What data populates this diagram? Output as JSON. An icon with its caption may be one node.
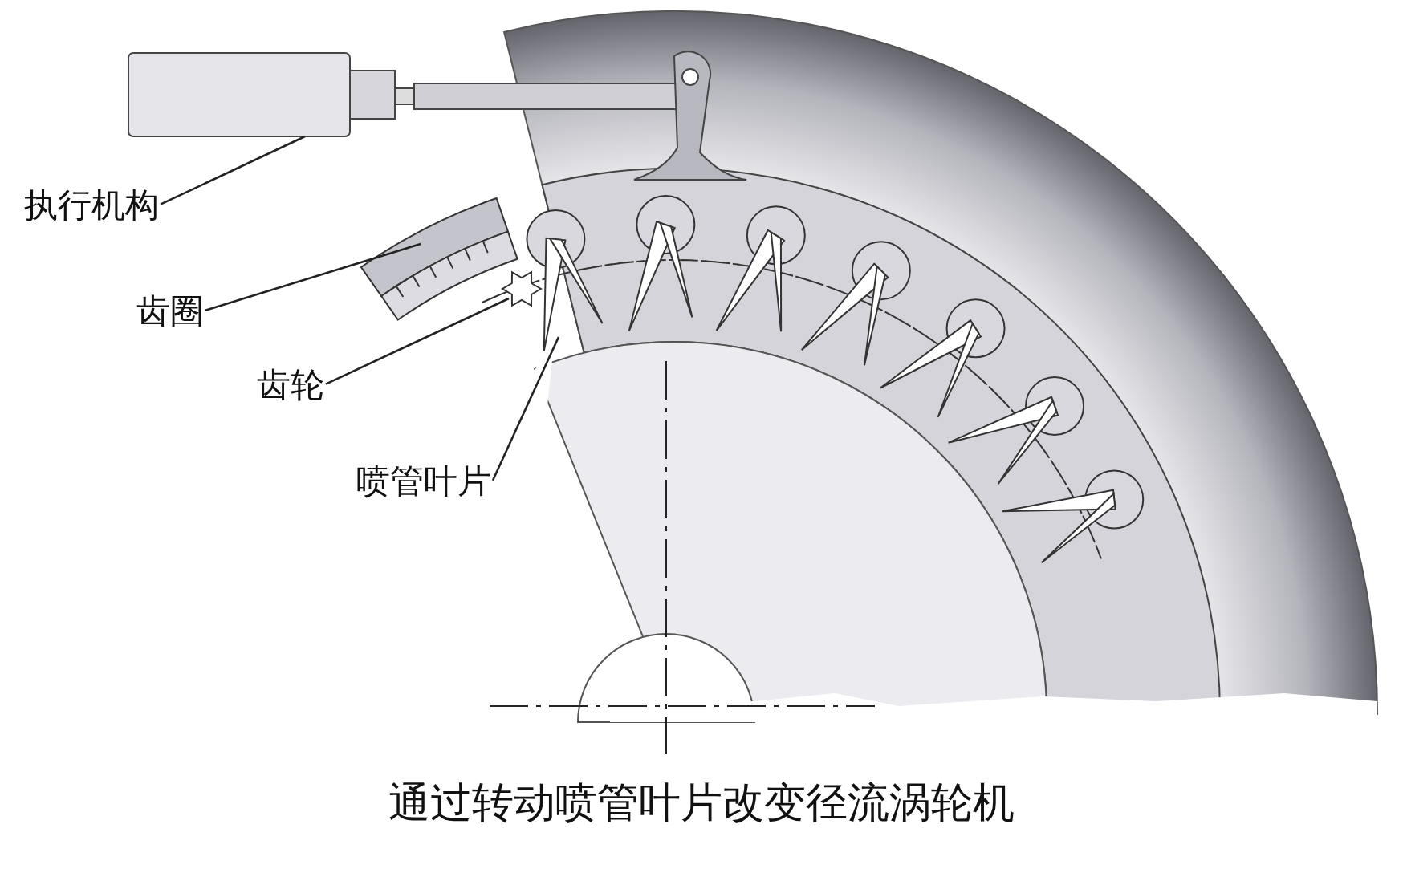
{
  "diagram": {
    "caption": "通过转动喷管叶片改变径流涡轮机",
    "nodes": [
      {
        "text": [
          "执行机构"
        ]
      },
      {
        "text": [],
        "shape": "picture"
      },
      {
        "text": [
          "齿圈"
        ]
      },
      {
        "text": [],
        "shape": "picture"
      },
      {
        "text": [
          "齿轮"
        ]
      },
      {
        "text": [],
        "shape": "picture"
      },
      {
        "text": [
          "喷管叶片"
        ]
      },
      {
        "text": [],
        "shape": "picture"
      }
    ],
    "edges": [
      {
        "from": 0,
        "to": 1,
        "arrow": "none"
      },
      {
        "from": 2,
        "to": 3,
        "arrow": "none"
      },
      {
        "from": 4,
        "to": 5,
        "arrow": "none"
      },
      {
        "from": 6,
        "to": 7,
        "arrow": "none"
      }
    ]
  }
}
